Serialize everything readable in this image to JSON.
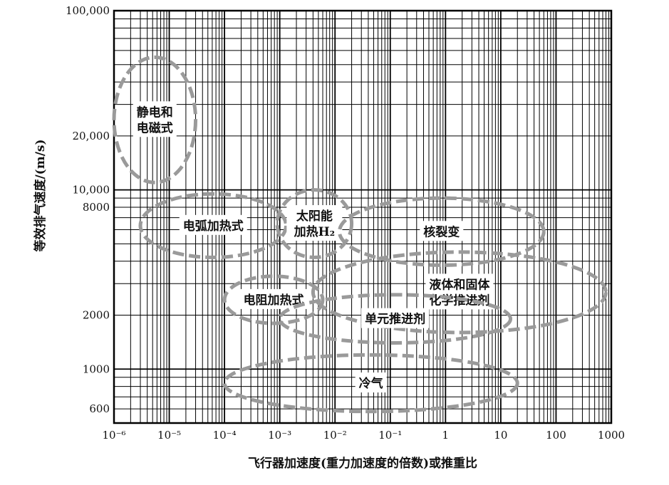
{
  "chart_data": {
    "type": "scatter",
    "x_scale": "log",
    "y_scale": "log",
    "xlim": [
      1e-06,
      1000
    ],
    "ylim": [
      500,
      100000
    ],
    "xlabel": "飞行器加速度(重力加速度的倍数)或推重比",
    "ylabel": "等效排气速度/(m/s)",
    "grid": true,
    "x_ticks": [
      {
        "value": 1e-06,
        "label": "10⁻⁶"
      },
      {
        "value": 1e-05,
        "label": "10⁻⁵"
      },
      {
        "value": 0.0001,
        "label": "10⁻⁴"
      },
      {
        "value": 0.001,
        "label": "10⁻³"
      },
      {
        "value": 0.01,
        "label": "10⁻²"
      },
      {
        "value": 0.1,
        "label": "10⁻¹"
      },
      {
        "value": 1,
        "label": "1"
      },
      {
        "value": 10,
        "label": "10"
      },
      {
        "value": 100,
        "label": "100"
      },
      {
        "value": 1000,
        "label": "1000"
      }
    ],
    "y_ticks": [
      {
        "value": 100000,
        "label": "100,000"
      },
      {
        "value": 20000,
        "label": "20,000"
      },
      {
        "value": 10000,
        "label": "10,000"
      },
      {
        "value": 8000,
        "label": "8000"
      },
      {
        "value": 2000,
        "label": "2000"
      },
      {
        "value": 1000,
        "label": "1000"
      },
      {
        "value": 600,
        "label": "600"
      }
    ],
    "regions": [
      {
        "name": "静电和电磁式",
        "lines": [
          "静电和",
          "电磁式"
        ],
        "x_range": [
          1e-06,
          3e-05
        ],
        "y_range": [
          11000,
          55000
        ]
      },
      {
        "name": "电弧加热式",
        "lines": [
          "电弧加热式"
        ],
        "x_range": [
          3e-06,
          0.0013
        ],
        "y_range": [
          4200,
          9500
        ]
      },
      {
        "name": "太阳能加热H₂",
        "lines": [
          "太阳能",
          "加热H₂"
        ],
        "x_range": [
          0.0009,
          0.02
        ],
        "y_range": [
          4200,
          10000
        ]
      },
      {
        "name": "核裂变",
        "lines": [
          "核裂变"
        ],
        "x_range": [
          0.012,
          60
        ],
        "y_range": [
          3800,
          9000
        ]
      },
      {
        "name": "电阻加热式",
        "lines": [
          "电阻加热式"
        ],
        "x_range": [
          0.0001,
          0.006
        ],
        "y_range": [
          1800,
          3300
        ]
      },
      {
        "name": "液体和固体化学推进剂",
        "lines": [
          "液体和固体",
          "化学推进剂"
        ],
        "x_range": [
          0.004,
          800
        ],
        "y_range": [
          1600,
          4500
        ]
      },
      {
        "name": "单元推进剂",
        "lines": [
          "单元推进剂"
        ],
        "x_range": [
          0.001,
          15
        ],
        "y_range": [
          1400,
          2600
        ]
      },
      {
        "name": "冷气",
        "lines": [
          "冷气"
        ],
        "x_range": [
          0.0001,
          20
        ],
        "y_range": [
          580,
          1200
        ]
      }
    ]
  }
}
